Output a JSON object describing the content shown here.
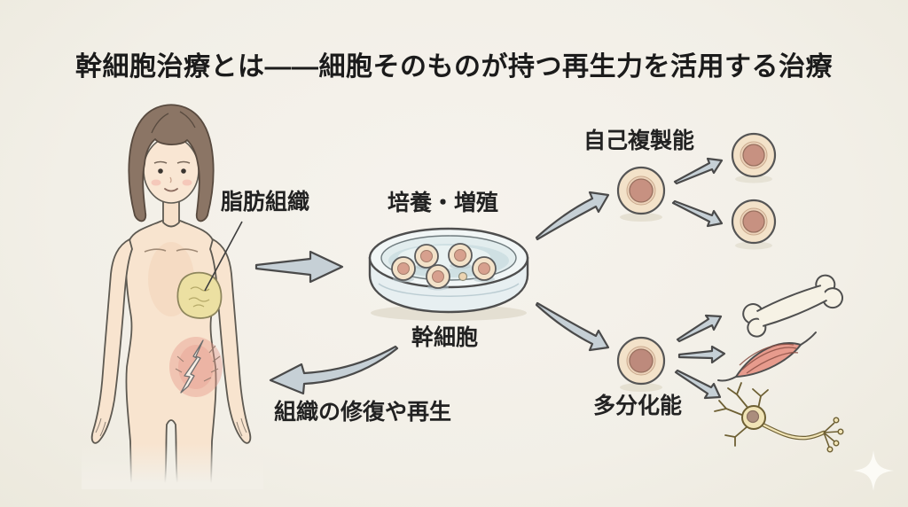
{
  "title": "幹細胞治療とは——細胞そのものが持つ再生力を活用する治療",
  "labels": {
    "adipose_tissue": "脂肪組織",
    "culture": "培養・増殖",
    "stem_cell": "幹細胞",
    "self_renewal": "自己複製能",
    "multipotency": "多分化能",
    "tissue_repair": "組織の修復や再生"
  },
  "illustrations": {
    "person": "human-figure-with-adipose-tissue-and-wound",
    "callout": "pointer-line-to-adipose-tissue",
    "petri_dish": "petri-dish-with-cultured-stem-cells",
    "stem_cell": "stem-cell-round-cell-with-nucleus",
    "daughter_cells": "two-duplicated-stem-cells",
    "bone": "bone-icon",
    "muscle": "muscle-fiber-icon",
    "neuron": "neuron-icon",
    "arrows": "gray-process-arrows",
    "sparkle": "sparkle-watermark"
  },
  "palette": {
    "background": "#f2efe7",
    "ink": "#4a4a4a",
    "arrow_fill": "#c6d0d6",
    "skin": "#f8e4cf",
    "hair": "#8b7565",
    "cell_body": "#f3e2c9",
    "cell_nucleus": "#c79181",
    "dish_blue": "#e7eff1",
    "adipose_yellow": "#ece0a2",
    "wound_red": "#e5988a",
    "muscle_pink": "#e79b8d",
    "bone_cream": "#f6f2e5",
    "neuron_cream": "#f1e4b6"
  }
}
